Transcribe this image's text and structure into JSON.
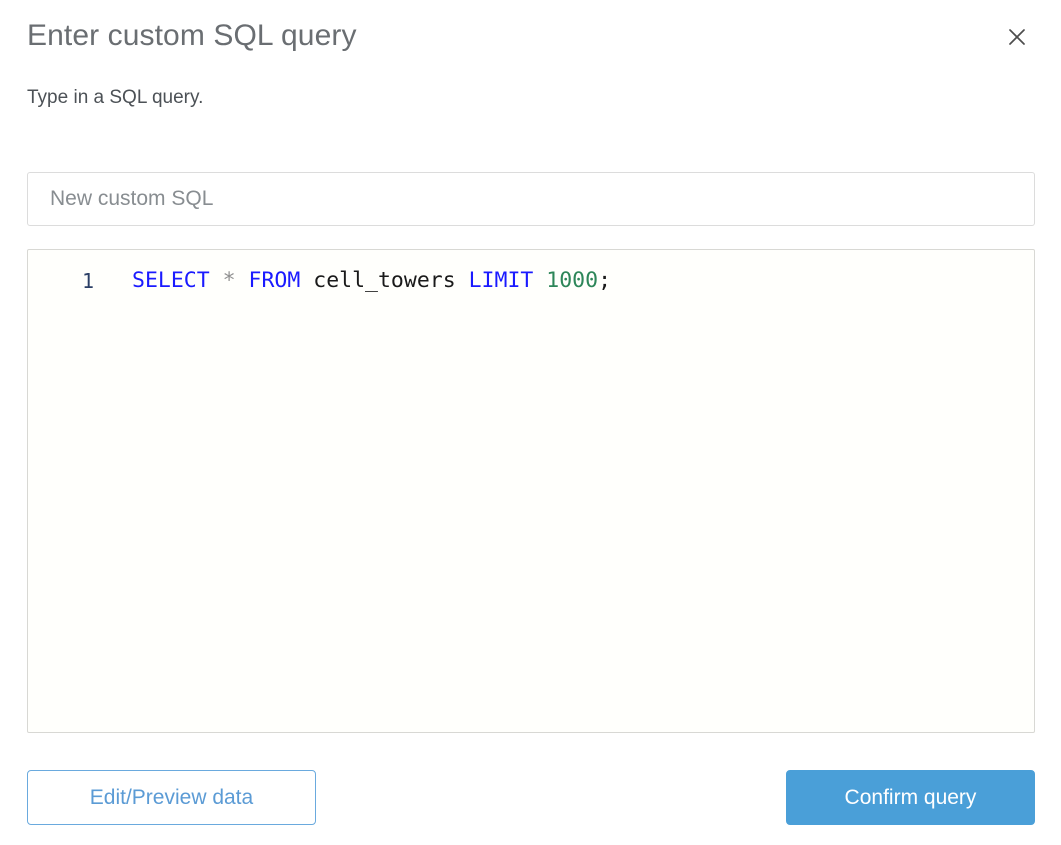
{
  "dialog": {
    "title": "Enter custom SQL query",
    "subtitle": "Type in a SQL query.",
    "close_icon": "close-icon"
  },
  "name_field": {
    "value": "",
    "placeholder": "New custom SQL"
  },
  "editor": {
    "line_number": "1",
    "tokens": [
      {
        "text": "SELECT",
        "type": "keyword"
      },
      {
        "text": " ",
        "type": "plain"
      },
      {
        "text": "*",
        "type": "operator"
      },
      {
        "text": " ",
        "type": "plain"
      },
      {
        "text": "FROM",
        "type": "keyword"
      },
      {
        "text": " ",
        "type": "plain"
      },
      {
        "text": "cell_towers",
        "type": "identifier"
      },
      {
        "text": " ",
        "type": "plain"
      },
      {
        "text": "LIMIT",
        "type": "keyword"
      },
      {
        "text": " ",
        "type": "plain"
      },
      {
        "text": "1000",
        "type": "number"
      },
      {
        "text": ";",
        "type": "punct"
      }
    ],
    "full_query": "SELECT * FROM cell_towers LIMIT 1000;",
    "keyword_color": "#1a1aff",
    "operator_color": "#8f8f8f",
    "identifier_color": "#1a1a1a",
    "number_color": "#2d8659",
    "line_number_color": "#2b3f66",
    "background_color": "#fffffc"
  },
  "footer": {
    "secondary_label": "Edit/Preview data",
    "primary_label": "Confirm query",
    "secondary_color": "#5b9bd5",
    "primary_color": "#4a9fd8"
  }
}
